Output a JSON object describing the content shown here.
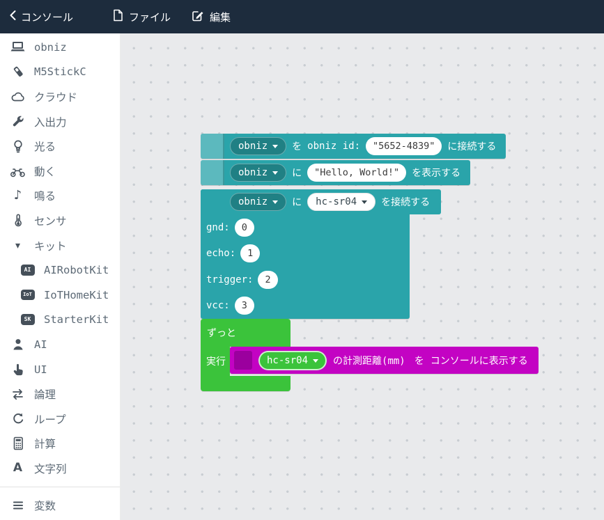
{
  "topbar": {
    "back_label": "コンソール",
    "file_label": "ファイル",
    "edit_label": "編集"
  },
  "sidebar": {
    "items": [
      {
        "label": "obniz",
        "icon": "laptop-icon"
      },
      {
        "label": "M5StickC",
        "icon": "stick-device-icon"
      },
      {
        "label": "クラウド",
        "icon": "cloud-icon"
      },
      {
        "label": "入出力",
        "icon": "wrench-icon"
      },
      {
        "label": "光る",
        "icon": "lightbulb-icon"
      },
      {
        "label": "動く",
        "icon": "motorcycle-icon"
      },
      {
        "label": "鳴る",
        "icon": "music-note-icon",
        "glyph": "♪"
      },
      {
        "label": "センサ",
        "icon": "thermometer-icon"
      },
      {
        "label": "キット",
        "icon": "caret-down-icon",
        "glyph": "▾",
        "expanded": true
      },
      {
        "label": "AIRobotKit",
        "icon": "ai-badge-icon",
        "badge": "AI",
        "indent": true
      },
      {
        "label": "IoTHomeKit",
        "icon": "iot-badge-icon",
        "badge": "IoT",
        "indent": true
      },
      {
        "label": "StarterKit",
        "icon": "sk-badge-icon",
        "badge": "SK",
        "indent": true
      },
      {
        "label": "AI",
        "icon": "person-icon"
      },
      {
        "label": "UI",
        "icon": "hand-icon"
      },
      {
        "label": "論理",
        "icon": "swap-arrows-icon"
      },
      {
        "label": "ループ",
        "icon": "loop-arrow-icon"
      },
      {
        "label": "計算",
        "icon": "calculator-icon"
      },
      {
        "label": "文字列",
        "icon": "letter-a-icon",
        "glyph": "A"
      },
      {
        "label": "変数",
        "icon": "menu-lines-icon"
      }
    ]
  },
  "blocks": {
    "connect": {
      "device": "obniz",
      "particle_wo": "を",
      "id_label": "obniz id:",
      "id_value": "\"5652-4839\"",
      "suffix": "に接続する"
    },
    "display_hello": {
      "device": "obniz",
      "particle_ni": "に",
      "text_value": "\"Hello, World!\"",
      "suffix": "を表示する"
    },
    "connect_hcsr04": {
      "device": "obniz",
      "particle_ni": "に",
      "part": "hc-sr04",
      "suffix": "を接続する",
      "pins": [
        {
          "name": "gnd:",
          "value": "0"
        },
        {
          "name": "echo:",
          "value": "1"
        },
        {
          "name": "trigger:",
          "value": "2"
        },
        {
          "name": "vcc:",
          "value": "3"
        }
      ]
    },
    "forever": {
      "top_label": "ずっと",
      "do_label": "実行"
    },
    "print_distance": {
      "part": "hc-sr04",
      "distance_label": "の計測距離(mm)",
      "particle_wo": "を",
      "suffix": "コンソールに表示する"
    }
  },
  "colors": {
    "topbar_bg": "#1d2c3d",
    "teal_block": "#2aa4aa",
    "green_block": "#3bc33b",
    "magenta_block": "#c303c3",
    "canvas_bg": "#e9eaec",
    "sidebar_text": "#5d6a76"
  }
}
